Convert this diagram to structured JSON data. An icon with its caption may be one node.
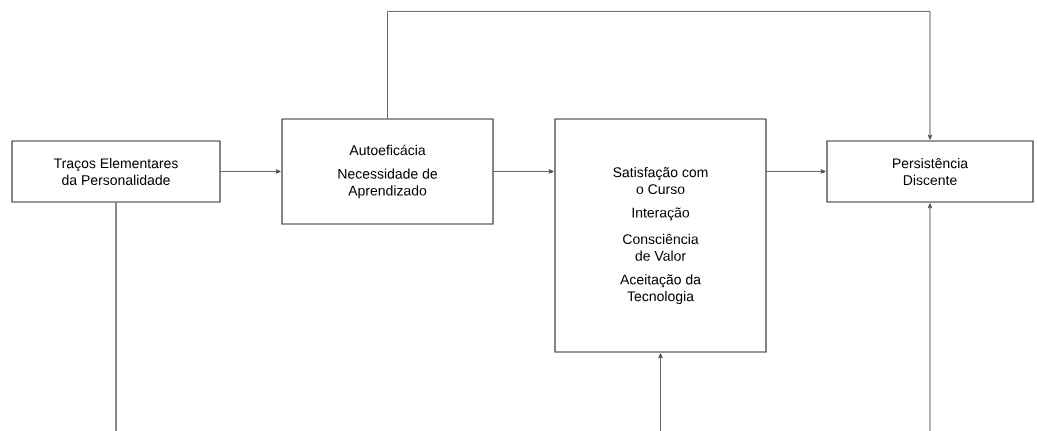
{
  "diagram": {
    "nodes": [
      {
        "text": [
          "Traços Elementares da Personalidade"
        ]
      },
      {
        "text": [
          "Autoeficácia",
          "Necessidade de Aprendizado"
        ]
      },
      {
        "text": [
          "Satisfação com o Curso",
          "Interação",
          "Consciência de Valor",
          "Aceitação da Tecnologia"
        ]
      },
      {
        "text": [
          "Persistência Discente"
        ]
      }
    ],
    "edges": [
      {
        "from": 0,
        "to": 1,
        "arrow": "to"
      },
      {
        "from": 1,
        "to": 2,
        "arrow": "to"
      },
      {
        "from": 2,
        "to": 3,
        "arrow": "to"
      },
      {
        "from": 1,
        "to": 3,
        "arrow": "to"
      },
      {
        "from": 0,
        "to": 2,
        "arrow": "to"
      },
      {
        "from": 0,
        "to": 3,
        "arrow": "to"
      }
    ]
  }
}
